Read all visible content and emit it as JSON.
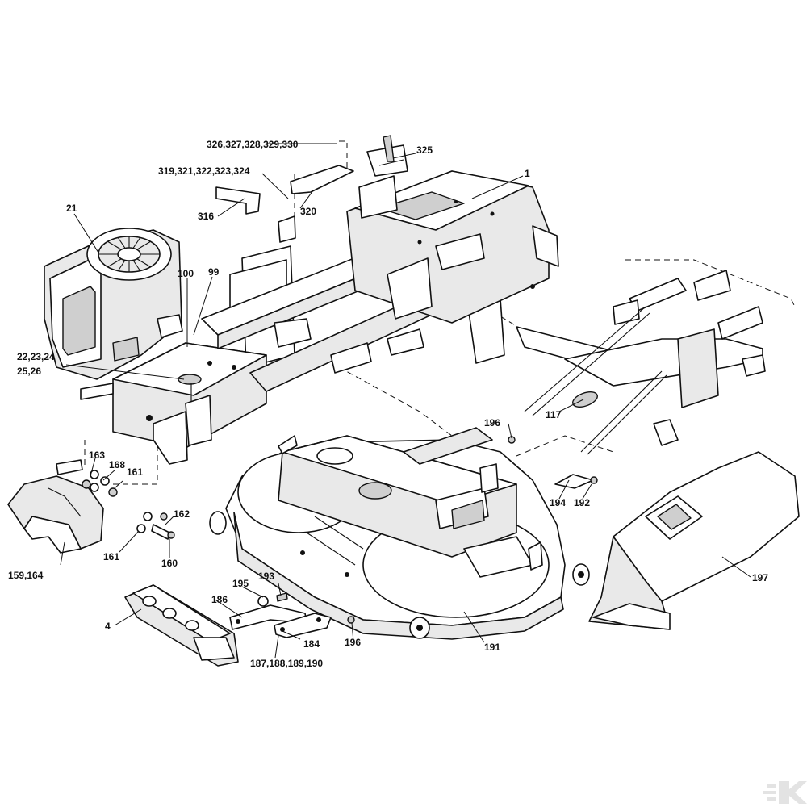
{
  "diagram": {
    "callouts": {
      "c1": "1",
      "c4": "4",
      "c21": "21",
      "c22": "22,23,24",
      "c25": "25,26",
      "c99": "99",
      "c100": "100",
      "c117": "117",
      "c159": "159,164",
      "c160": "160",
      "c161a": "161",
      "c161b": "161",
      "c162": "162",
      "c163": "163",
      "c168": "168",
      "c184": "184",
      "c186": "186",
      "c187": "187,188,189,190",
      "c191": "191",
      "c192": "192",
      "c193": "193",
      "c194": "194",
      "c195": "195",
      "c196a": "196",
      "c196b": "196",
      "c197": "197",
      "c316": "316",
      "c319": "319,321,322,323,324",
      "c320": "320",
      "c325": "325",
      "c326": "326,327,328,329,330"
    },
    "brand_watermark": "K"
  }
}
